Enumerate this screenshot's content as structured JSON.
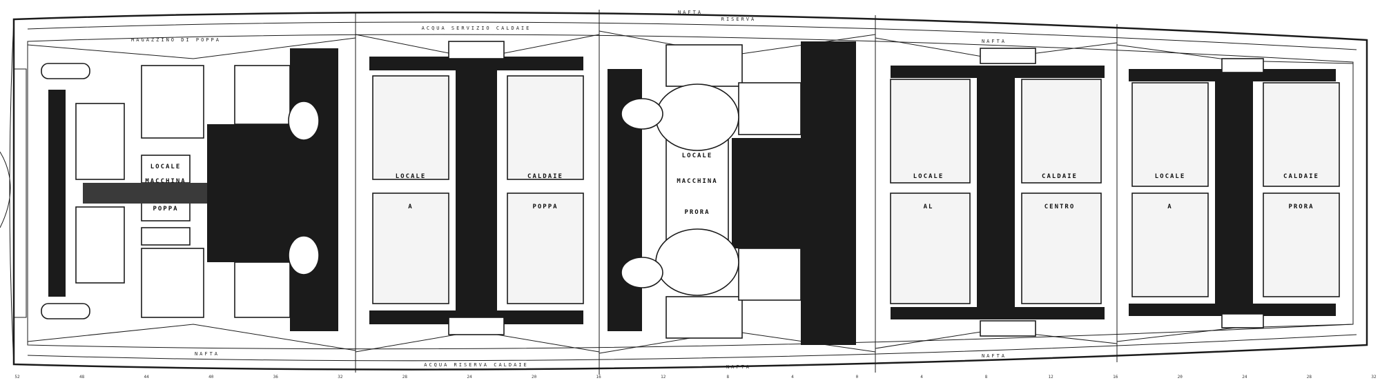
{
  "compartments": [
    {
      "id": "aft-engine",
      "lines": [
        "LOCALE",
        "MACCHINA",
        "POPPA"
      ]
    },
    {
      "id": "aft-boiler",
      "lines": [
        "LOCALE",
        "A",
        "CALDAIE",
        "POPPA"
      ]
    },
    {
      "id": "fwd-engine",
      "lines": [
        "LOCALE",
        "MACCHINA",
        "PRORA"
      ]
    },
    {
      "id": "centre-boiler",
      "lines": [
        "LOCALE",
        "AL",
        "CALDAIE",
        "CENTRO"
      ]
    },
    {
      "id": "fwd-boiler",
      "lines": [
        "LOCALE",
        "A",
        "CALDAIE",
        "PRORA"
      ]
    }
  ],
  "side_labels": {
    "top": [
      "MAGAZZINO DI POPPA",
      "ACQUA SERVIZIO CALDAIE",
      "NAFTA",
      "RISERVA",
      "NAFTA"
    ],
    "bottom": [
      "NAFTA",
      "ACQUA RISERVA CALDAIE",
      "NAFTA",
      "NAFTA"
    ]
  },
  "frame_numbers": [
    "52",
    "48",
    "44",
    "40",
    "36",
    "32",
    "28",
    "24",
    "20",
    "16",
    "12",
    "8",
    "4",
    "0",
    "4",
    "8",
    "12",
    "16",
    "20",
    "24",
    "28",
    "32"
  ]
}
